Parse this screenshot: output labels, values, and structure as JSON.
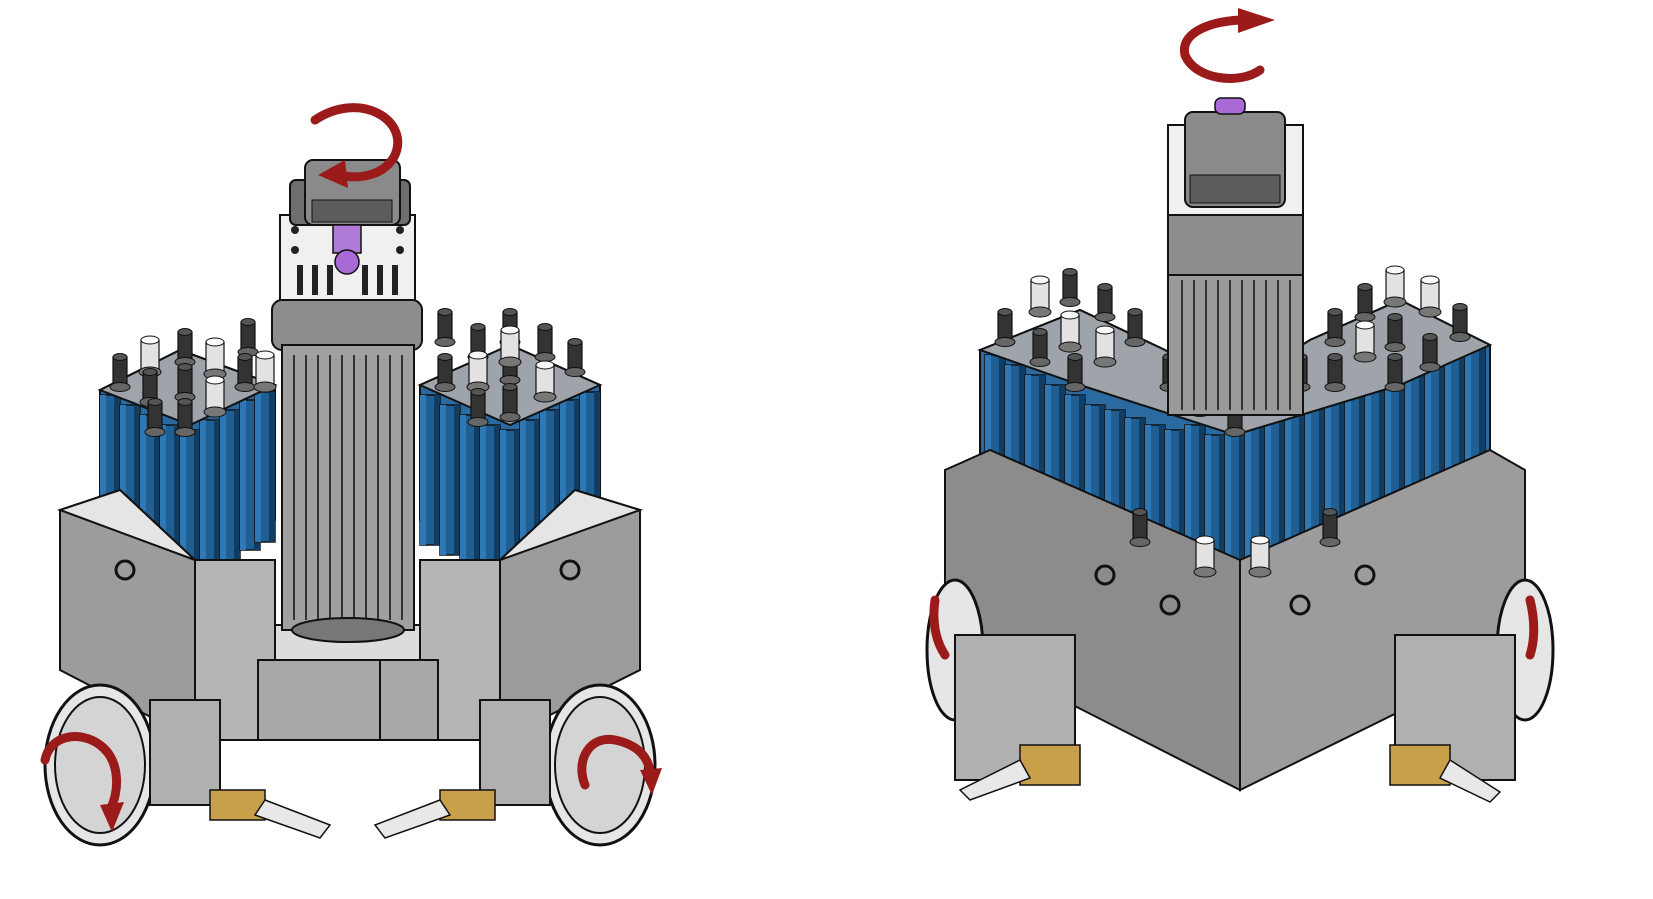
{
  "figure": {
    "views": [
      {
        "id": "front",
        "rotation_arrows": 3,
        "battery_modules": 2
      },
      {
        "id": "rear",
        "rotation_arrows": 3,
        "battery_modules": 3
      }
    ],
    "colors": {
      "body_gray": "#8c8c8c",
      "body_light": "#c9c9c9",
      "body_top": "#e8e8e8",
      "cell_blue": "#1f5f93",
      "cell_blue_dark": "#123d63",
      "motor_gray": "#9a9a9a",
      "arrow_red": "#9b1b1b",
      "accent_purple": "#a86bd6",
      "outline": "#111111"
    },
    "icons": [
      "rotation-arrow-icon",
      "wheel-icon",
      "cutting-tool-icon",
      "lifting-eye-icon"
    ]
  }
}
